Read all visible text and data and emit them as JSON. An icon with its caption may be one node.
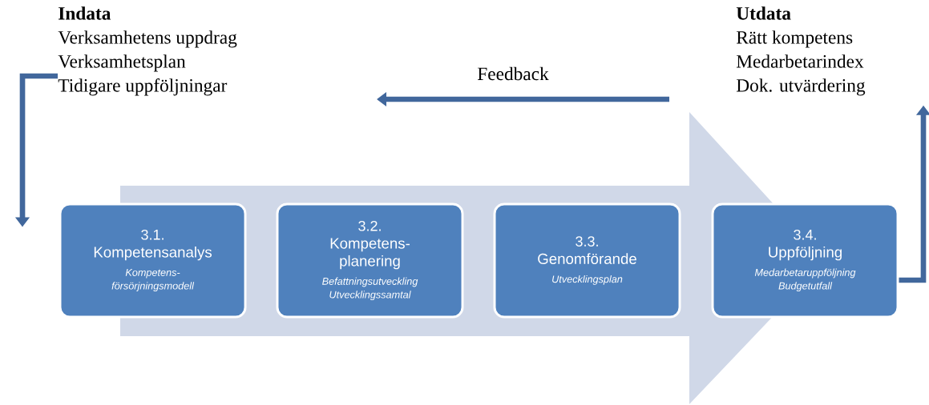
{
  "diagram": {
    "nodes": [
      {
        "text": [
          "Indata",
          "Verksamhetens uppdrag",
          "Verksamhetsplan",
          "Tidigare uppföljningar"
        ]
      },
      {
        "text": [
          "Utdata",
          "Rätt kompetens",
          "Medarbetarindex",
          "Dok. utvärdering"
        ]
      },
      {
        "text": [
          "3.1.",
          "Kompetensanalys",
          "Kompetens- försörjningsmodell"
        ]
      },
      {
        "text": [
          "3.2.",
          "Kompetens- planering",
          "Befattningsutveckling Utvecklingssamtal"
        ]
      },
      {
        "text": [
          "3.3.",
          "Genomförande",
          "Utvecklingsplan"
        ]
      },
      {
        "text": [
          "3.4.",
          "Uppföljning",
          "Medarbetaruppföljning Budgetutfall"
        ]
      }
    ],
    "edges": [
      {
        "from": 0,
        "to": 2,
        "arrow": "to"
      },
      {
        "from": 5,
        "to": 1,
        "arrow": "to"
      },
      {
        "from": 1,
        "to": null,
        "arrow": "to",
        "label": "Feedback"
      },
      {
        "from": 2,
        "to": 5,
        "arrow": "to",
        "color": "#d0d8e8"
      }
    ]
  }
}
